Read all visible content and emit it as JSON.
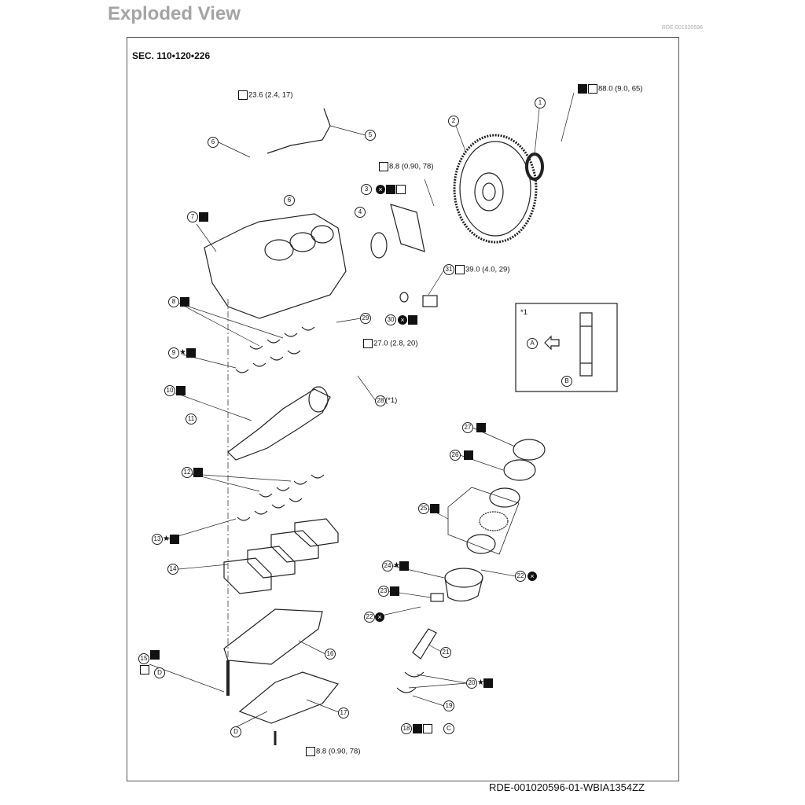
{
  "title": "Exploded View",
  "doc_id": "RDE-001020596",
  "section": "SEC. 110•120•226",
  "footer": "RDE-001020596-01-WBIA1354ZZ",
  "torques": [
    "23.6 (2.4, 17)",
    "88.0 (9.0, 65)",
    "8.8 (0.90, 78)",
    "39.0 (4.0, 29)",
    "27.0 (2.8, 20)",
    "(*1)",
    "8.8 (0.90, 78)"
  ],
  "callouts": [
    "1",
    "2",
    "3",
    "4",
    "5",
    "6",
    "6",
    "7",
    "8",
    "9",
    "10",
    "11",
    "12",
    "13",
    "14",
    "15",
    "16",
    "17",
    "18",
    "19",
    "20",
    "21",
    "22",
    "22",
    "23",
    "24",
    "25",
    "26",
    "27",
    "28",
    "29",
    "30",
    "31"
  ],
  "letters": [
    "A",
    "B",
    "C",
    "D",
    "D"
  ],
  "inset": {
    "label": "*1",
    "mark_a": "A",
    "mark_b": "B"
  },
  "star": "★"
}
